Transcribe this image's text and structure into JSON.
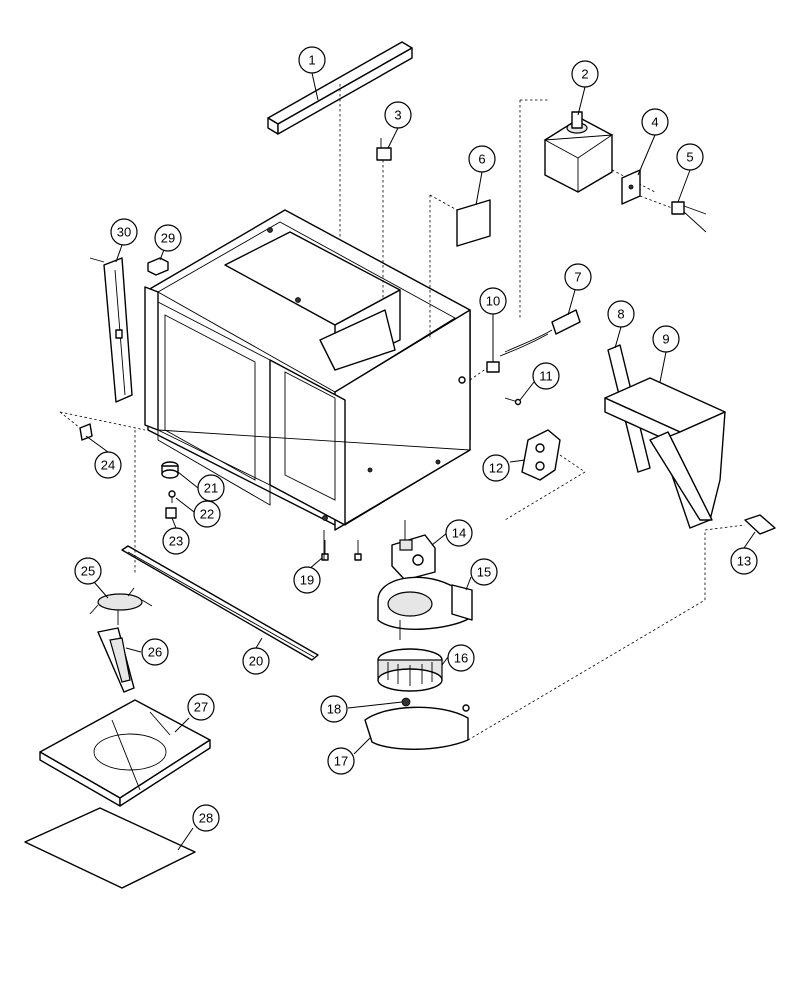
{
  "callouts": [
    {
      "n": "1"
    },
    {
      "n": "2"
    },
    {
      "n": "3"
    },
    {
      "n": "4"
    },
    {
      "n": "5"
    },
    {
      "n": "6"
    },
    {
      "n": "7"
    },
    {
      "n": "8"
    },
    {
      "n": "9"
    },
    {
      "n": "10"
    },
    {
      "n": "11"
    },
    {
      "n": "12"
    },
    {
      "n": "13"
    },
    {
      "n": "14"
    },
    {
      "n": "15"
    },
    {
      "n": "16"
    },
    {
      "n": "17"
    },
    {
      "n": "18"
    },
    {
      "n": "19"
    },
    {
      "n": "20"
    },
    {
      "n": "21"
    },
    {
      "n": "22"
    },
    {
      "n": "23"
    },
    {
      "n": "24"
    },
    {
      "n": "25"
    },
    {
      "n": "26"
    },
    {
      "n": "27"
    },
    {
      "n": "28"
    },
    {
      "n": "29"
    },
    {
      "n": "30"
    }
  ]
}
